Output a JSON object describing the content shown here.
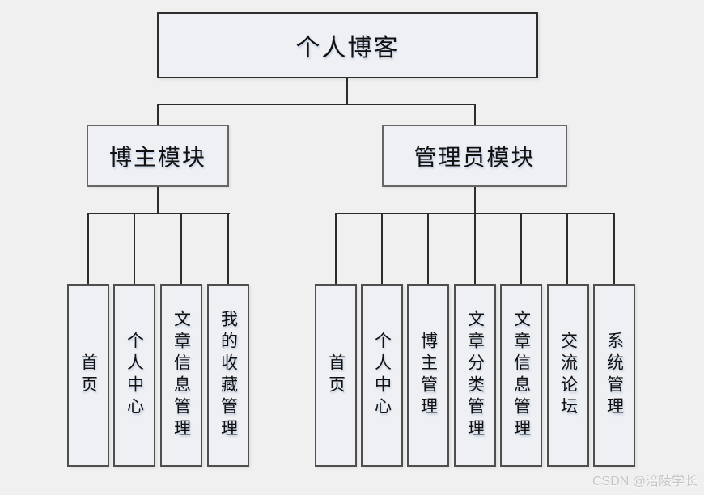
{
  "diagram": {
    "root": {
      "label": "个人博客"
    },
    "modules": [
      {
        "label": "博主模块",
        "children": [
          {
            "label": "首页"
          },
          {
            "label": "个人中心"
          },
          {
            "label": "文章信息管理"
          },
          {
            "label": "我的收藏管理"
          }
        ]
      },
      {
        "label": "管理员模块",
        "children": [
          {
            "label": "首页"
          },
          {
            "label": "个人中心"
          },
          {
            "label": "博主管理"
          },
          {
            "label": "文章分类管理"
          },
          {
            "label": "文章信息管理"
          },
          {
            "label": "交流论坛"
          },
          {
            "label": "系统管理"
          }
        ]
      }
    ]
  },
  "watermark": {
    "text": "CSDN @涪陵学长"
  },
  "colors": {
    "background": "#f0f0f0",
    "box_fill": "#eef0f3",
    "root_border": "#2e2e2e",
    "module_border": "#666666",
    "leaf_border": "#4e4e4e",
    "connector": "#2c2c2c",
    "watermark_text": "#c4c6c9"
  }
}
